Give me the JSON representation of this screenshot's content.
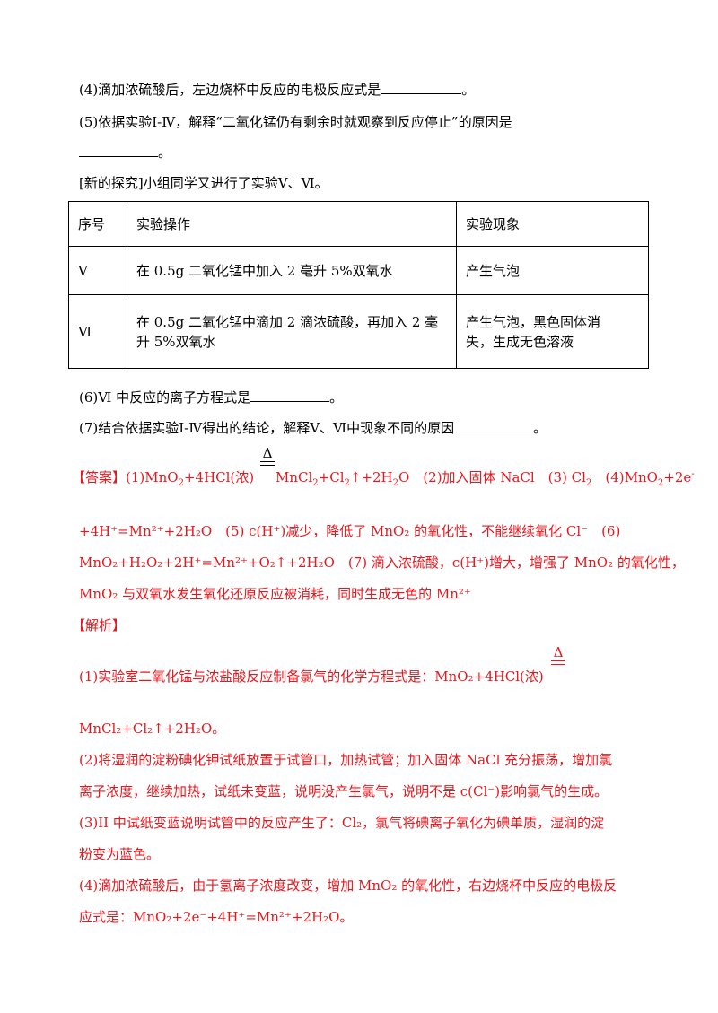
{
  "q4": {
    "text": "(4)滴加浓硫酸后，左边烧杯中反应的电极反应式是",
    "end": "。"
  },
  "q5": {
    "line1": "(5)依据实验Ⅰ-Ⅳ，解释“二氧化锰仍有剩余时就观察到反应停止”的原因是",
    "end": "。"
  },
  "new_explore": "[新的探究]小组同学又进行了实验Ⅴ、Ⅵ。",
  "table": {
    "headers": [
      "序号",
      "实验操作",
      "实验现象"
    ],
    "rows": [
      {
        "id": "Ⅴ",
        "op": "在 0.5g 二氧化锰中加入 2 毫升 5%双氧水",
        "obs": "产生气泡"
      },
      {
        "id": "Ⅵ",
        "op_line1": "在 0.5g 二氧化锰中滴加 2 滴浓硫酸，再加入 2 毫",
        "op_line2": "升 5%双氧水",
        "obs_line1": "产生气泡，黑色固体消",
        "obs_line2": "失，生成无色溶液"
      }
    ]
  },
  "q6": {
    "text": "(6)Ⅵ 中反应的离子方程式是",
    "end": "。"
  },
  "q7": {
    "text": "(7)结合依据实验Ⅰ-Ⅳ得出的结论，解释Ⅴ、Ⅵ中现象不同的原因",
    "end": "。"
  },
  "answer": {
    "tag": "【答案】",
    "p1_a": "(1)MnO",
    "p1_b": "+4HCl(浓)",
    "p1_c": "MnCl",
    "p1_d": "+Cl",
    "p1_e": "↑+2H",
    "p1_f": "O　(2)加入固体 NaCl　(3) Cl",
    "p1_g": "　(4)MnO",
    "p1_h": "+2e",
    "line2": "+4H⁺=Mn²⁺+2H₂O　(5) c(H⁺)减少，降低了 MnO₂ 的氧化性，不能继续氧化 Cl⁻　(6)",
    "line3": "MnO₂+H₂O₂+2H⁺=Mn²⁺+O₂↑+2H₂O　(7) 滴入浓硫酸，c(H⁺)增大，增强了 MnO₂ 的氧化性，",
    "line4": "MnO₂ 与双氧水发生氧化还原反应被消耗，同时生成无色的 Mn²⁺"
  },
  "analysis": {
    "tag": "【解析】",
    "p1": "(1)实验室二氧化锰与浓盐酸反应制备氯气的化学方程式是：MnO₂+4HCl(浓)",
    "p1b": "MnCl₂+Cl₂↑+2H₂O。",
    "p2a": "(2)将湿润的淀粉碘化钾试纸放置于试管口，加热试管；加入固体 NaCl 充分振荡，增加氯",
    "p2b": "离子浓度，继续加热，试纸未变蓝，说明没产生氯气，说明不是 c(Cl⁻)影响氯气的生成。",
    "p3a": "(3)II 中试纸变蓝说明试管中的反应产生了：Cl₂，氯气将碘离子氧化为碘单质，湿润的淀",
    "p3b": "粉变为蓝色。",
    "p4a": "(4)滴加浓硫酸后，由于氢离子浓度改变，增加 MnO₂ 的氧化性，右边烧杯中反应的电极反",
    "p4b": "应式是：MnO₂+2e⁻+4H⁺=Mn²⁺+2H₂O。"
  },
  "symbols": {
    "delta": "Δ",
    "sub2": "2",
    "sup_minus": "-"
  }
}
